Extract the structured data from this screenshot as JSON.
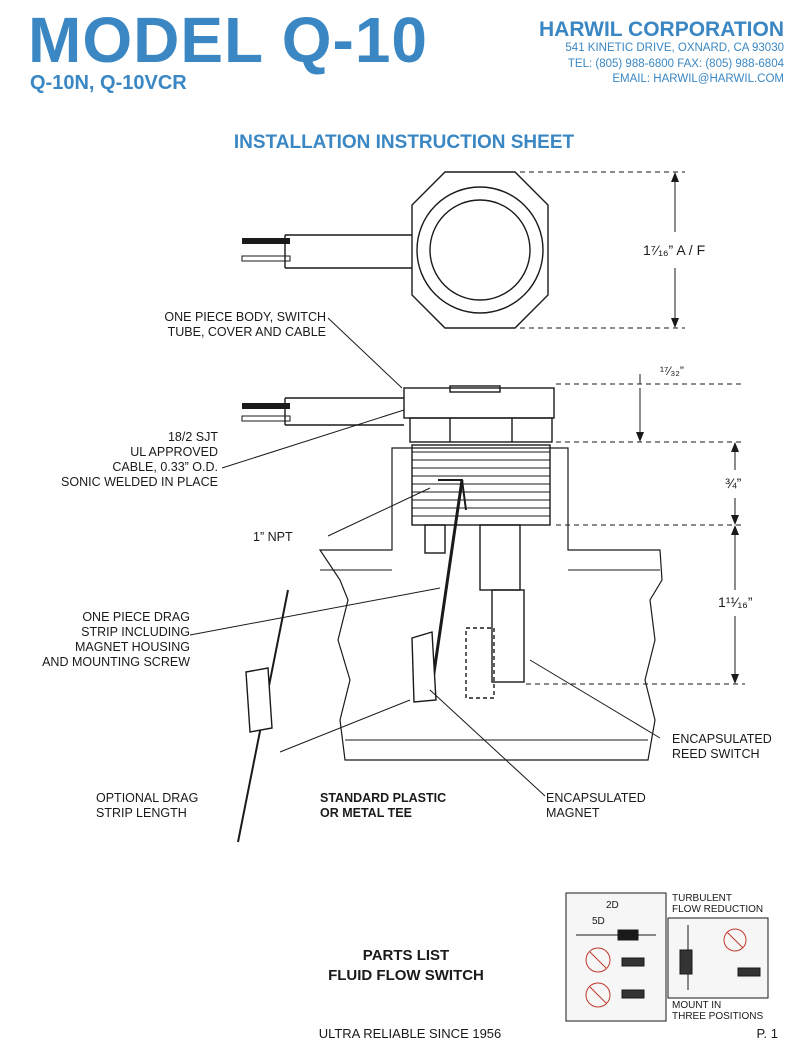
{
  "header": {
    "model": "MODEL Q-10",
    "submodels": "Q-10N, Q-10VCR",
    "company": "HARWIL CORPORATION",
    "address": "541 KINETIC DRIVE, OXNARD, CA 93030",
    "phone": "TEL: (805) 988-6800 FAX: (805) 988-6804",
    "email": "EMAIL: HARWIL@HARWIL.COM"
  },
  "title": "INSTALLATION INSTRUCTION SHEET",
  "labels": {
    "body": [
      "ONE PIECE BODY, SWITCH",
      "TUBE, COVER AND CABLE"
    ],
    "cable": [
      "18/2 SJT",
      "UL APPROVED",
      "CABLE, 0.33” O.D.",
      "SONIC WELDED IN PLACE"
    ],
    "npt": "1” NPT",
    "drag": [
      "ONE PIECE DRAG",
      "STRIP INCLUDING",
      "MAGNET HOUSING",
      "AND MOUNTING SCREW"
    ],
    "optional": [
      "OPTIONAL DRAG",
      "STRIP LENGTH"
    ],
    "tee": [
      "STANDARD PLASTIC",
      "OR METAL TEE"
    ],
    "magnet": [
      "ENCAPSULATED",
      "MAGNET"
    ],
    "reed": [
      "ENCAPSULATED",
      "REED SWITCH"
    ]
  },
  "dimensions": {
    "across_flats": "1⁷⁄₁₆” A / F",
    "cap": "¹⁷⁄₃₂”",
    "thread": "¾”",
    "tube": "1¹¹⁄₁₆”"
  },
  "inset": {
    "turbulent": [
      "TURBULENT",
      "FLOW REDUCTION"
    ],
    "mount": [
      "MOUNT IN",
      "THREE POSITIONS"
    ],
    "d2": "2D",
    "d5": "5D"
  },
  "parts": [
    "PARTS LIST",
    "FLUID FLOW SWITCH"
  ],
  "footer": {
    "tagline": "ULTRA RELIABLE SINCE 1956",
    "page": "P. 1"
  }
}
